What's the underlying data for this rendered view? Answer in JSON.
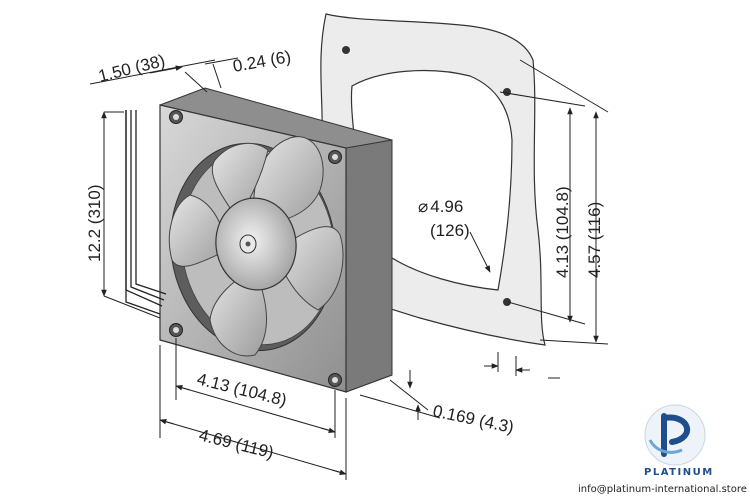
{
  "dimensions": {
    "depth": "1.50  (38)",
    "flange": "0.24 (6)",
    "lead_length": "12.2 (310)",
    "gasket_diameter_in": "4.96",
    "gasket_diameter_mm": "(126)",
    "diameter_symbol": "⌀",
    "hole_spacing_vertical": "4.13 (104.8)",
    "frame_height": "4.57 (116)",
    "hole_spacing_horizontal": "4.13 (104.8)",
    "frame_width": "4.69 (119)",
    "hole_diameter": "0.169 (4.3)"
  },
  "brand": {
    "name": "PLATINUM",
    "email": "info@platinum-international.store"
  },
  "colors": {
    "brand_blue": "#1e4f8c",
    "fan_grey": "#a9a9a9",
    "gasket_fill": "#ebebeb"
  }
}
